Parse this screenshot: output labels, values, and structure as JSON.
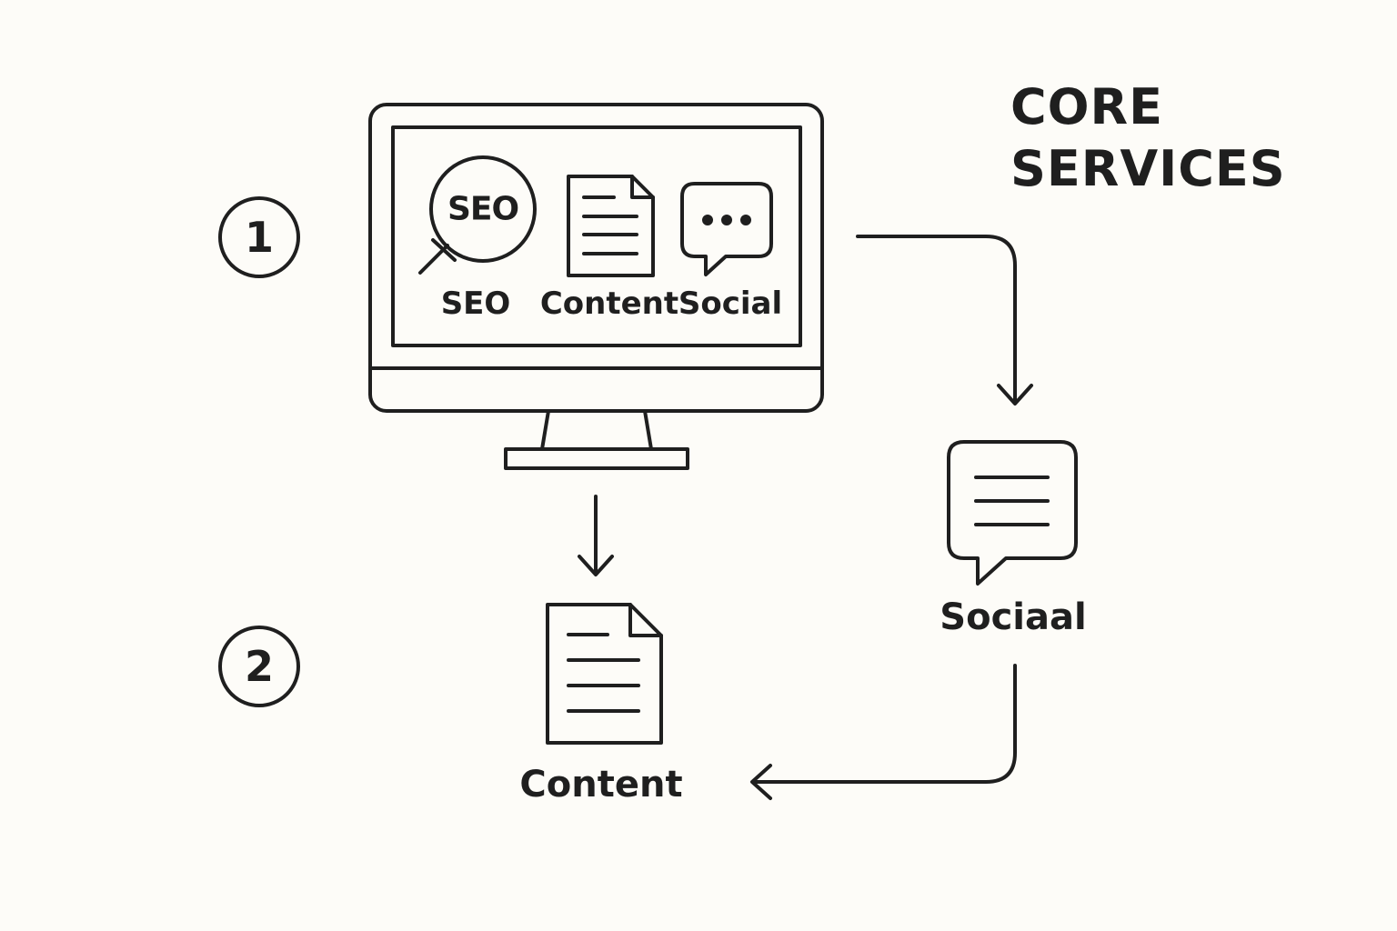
{
  "title": {
    "line1": "CORE",
    "line2": "SERVICES"
  },
  "steps": [
    {
      "number": "1"
    },
    {
      "number": "2"
    }
  ],
  "monitor": {
    "seo_icon_text": "SEO",
    "labels": [
      "SEO",
      "Content",
      "Social"
    ]
  },
  "outputs": {
    "content_label": "Content",
    "social_label": "Sociaal"
  },
  "icons": {
    "monitor": "monitor-icon",
    "magnifier": "magnifier-icon",
    "document": "document-icon",
    "chat": "chat-bubble-icon",
    "arrow": "arrow-icon"
  },
  "colors": {
    "background": "#fdfcf8",
    "ink": "#1f1f1f"
  }
}
